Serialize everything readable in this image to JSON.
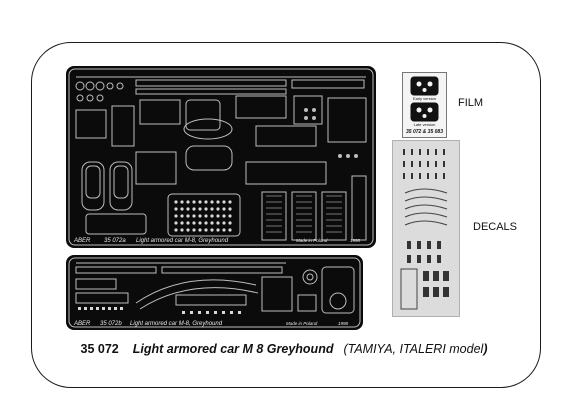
{
  "frets": {
    "top": {
      "brand": "ABER",
      "code": "35 072a",
      "title": "Light armored car M-8, Greyhound",
      "origin": "Made in Poland",
      "year": "1998"
    },
    "bottom": {
      "brand": "ABER",
      "code": "35 072b",
      "title": "Light armored car M-8, Greyhound",
      "origin": "Made in Poland",
      "year": "1998"
    }
  },
  "film": {
    "label": "FILM",
    "version_top": "Early version",
    "version_bottom": "Late version",
    "reference": "35 072 & 35 083"
  },
  "decals": {
    "label": "DECALS"
  },
  "product": {
    "number": "35 072",
    "name": "Light armored car M 8 Greyhound",
    "models_prefix": "(TAMIYA, ITALERI model",
    "models_suffix": ")"
  },
  "colors": {
    "fret": "#0b0b0b",
    "metal": "#bdbdbd",
    "frame": "#1a1a1a"
  }
}
